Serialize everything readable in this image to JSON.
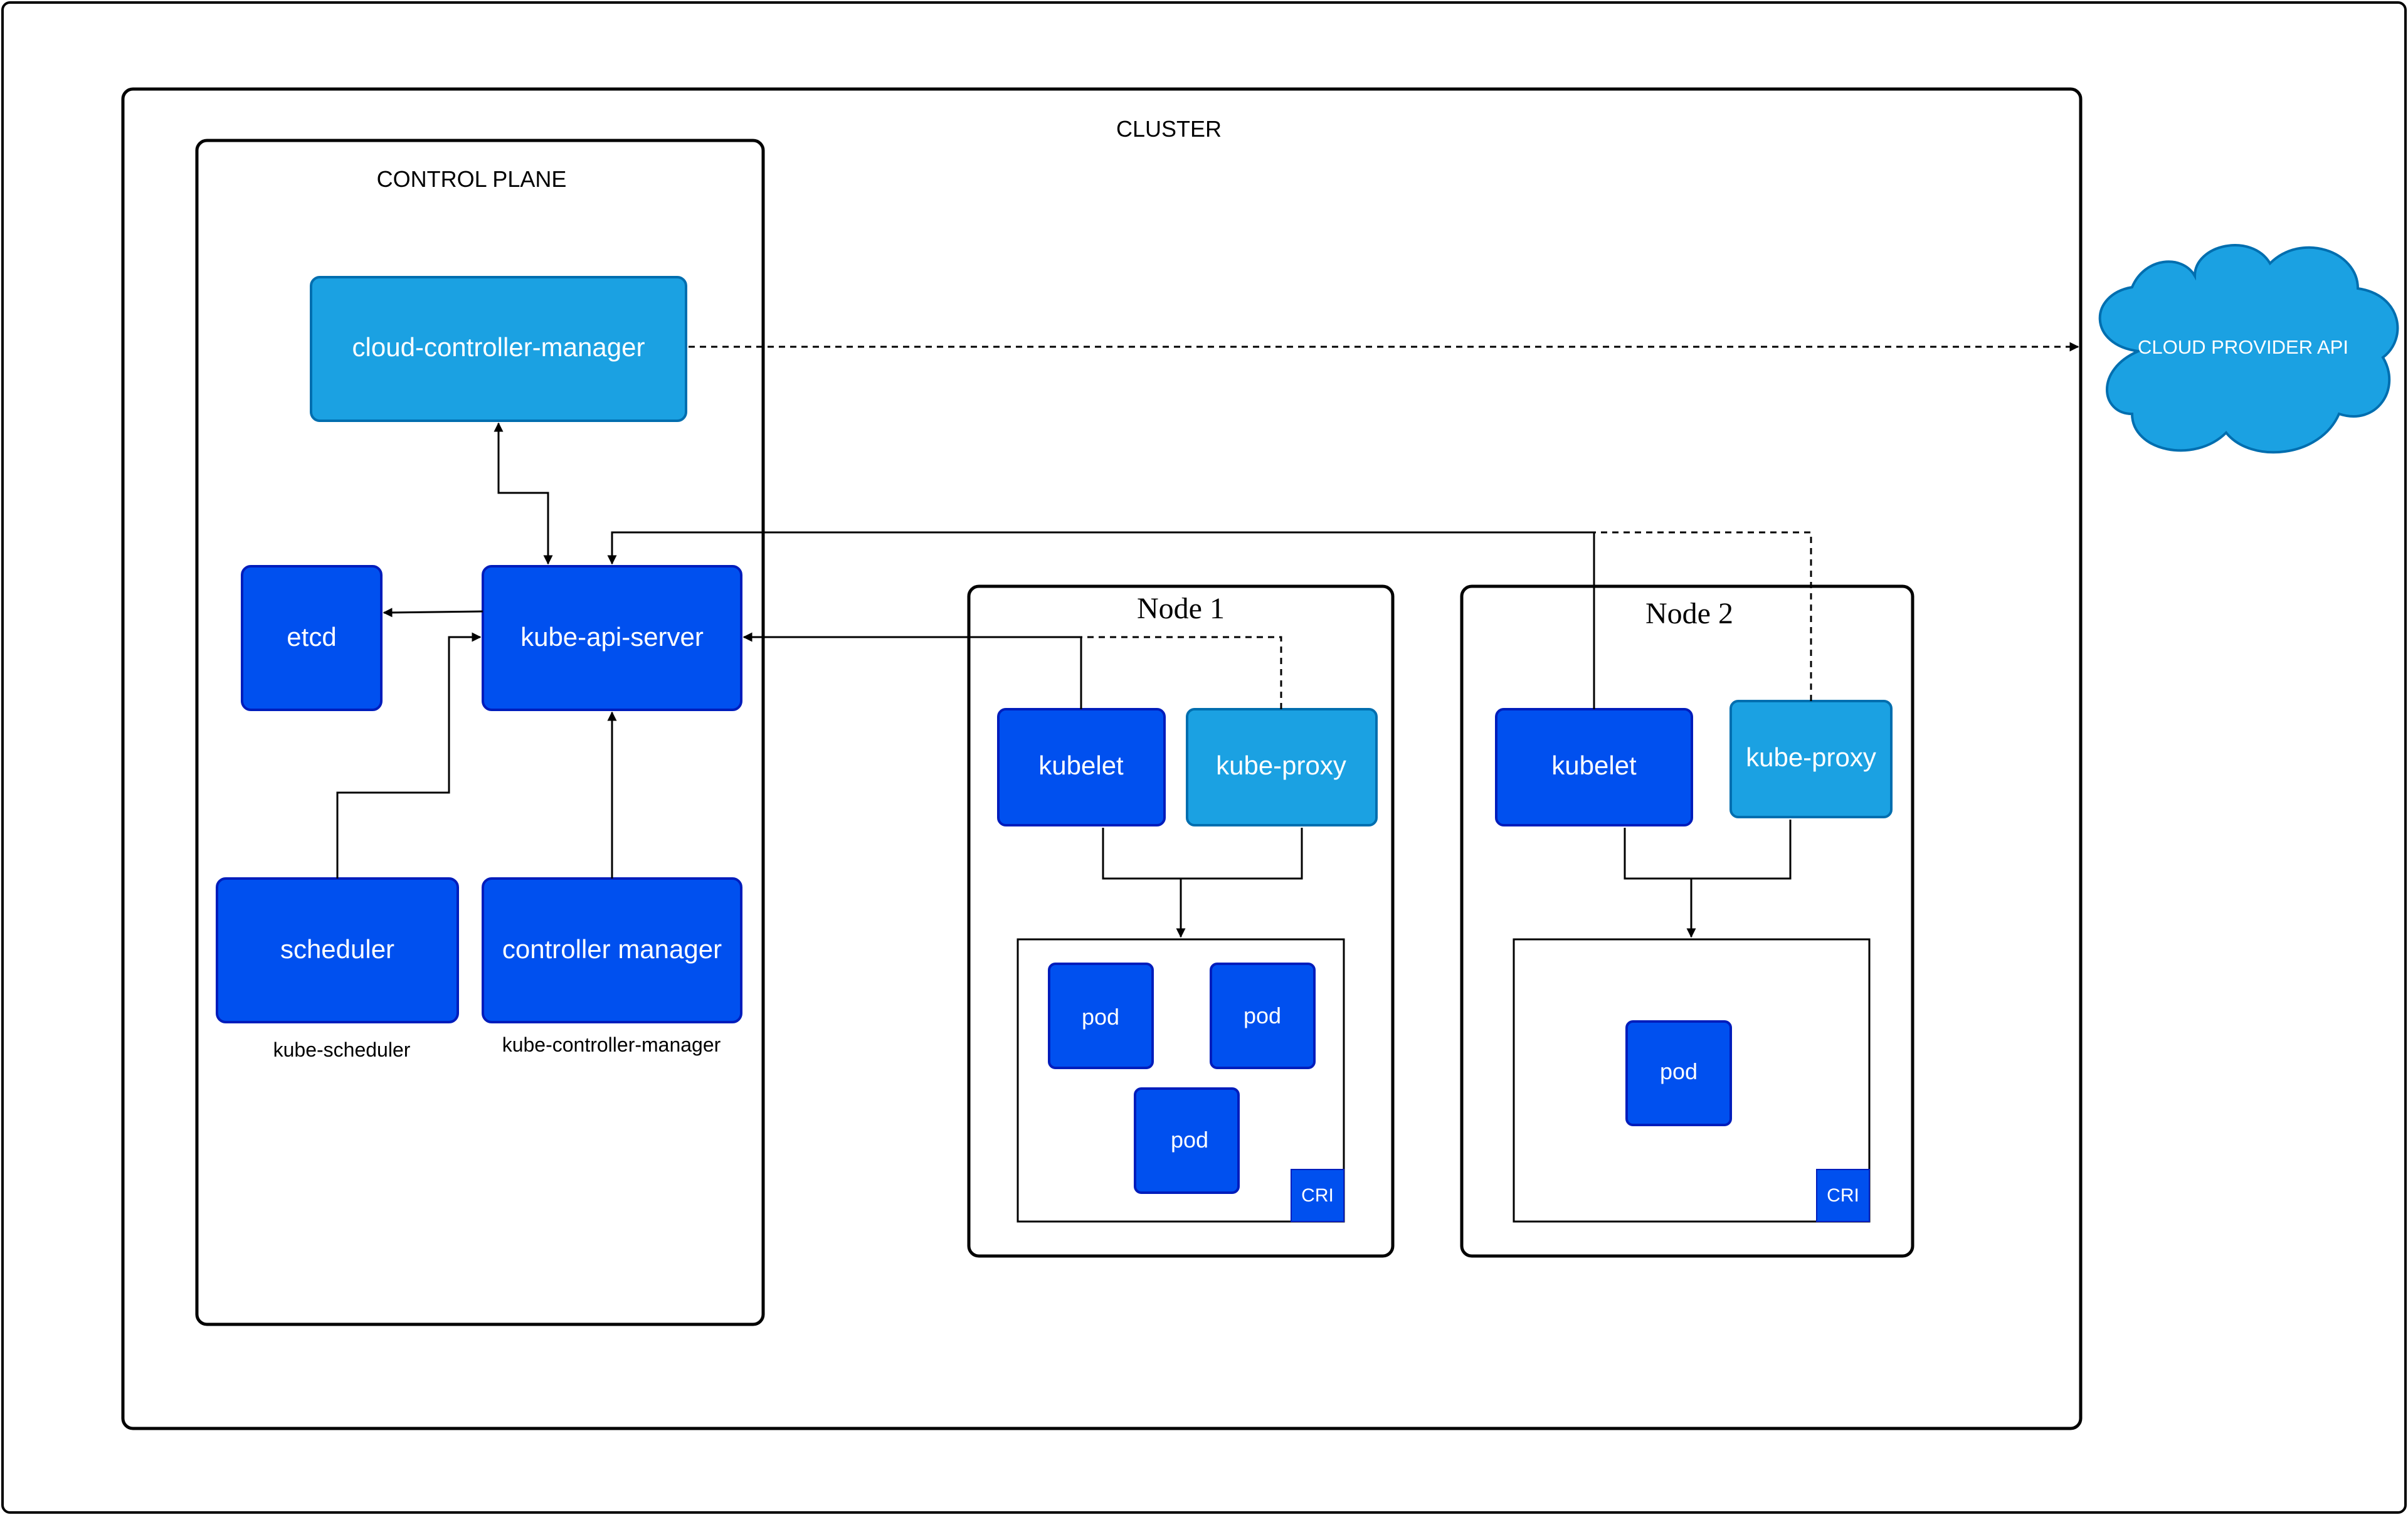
{
  "cluster": {
    "title": "CLUSTER"
  },
  "control_plane": {
    "title": "CONTROL PLANE",
    "cloud_controller_manager": "cloud-controller-manager",
    "kube_api_server": "kube-api-server",
    "etcd": "etcd",
    "scheduler": "scheduler",
    "scheduler_caption": "kube-scheduler",
    "controller_manager": "controller manager",
    "controller_manager_caption": "kube-controller-manager"
  },
  "cloud": {
    "label": "CLOUD PROVIDER API"
  },
  "nodes": [
    {
      "title": "Node 1",
      "kubelet": "kubelet",
      "kube_proxy": "kube-proxy",
      "pods": [
        "pod",
        "pod",
        "pod"
      ],
      "cri": "CRI"
    },
    {
      "title": "Node 2",
      "kubelet": "kubelet",
      "kube_proxy": "kube-proxy",
      "pods": [
        "pod"
      ],
      "cri": "CRI"
    }
  ],
  "colors": {
    "dark_blue": "#0050ef",
    "light_blue": "#1ba1e2",
    "stroke_dark": "#001dbc",
    "stroke_light": "#006eaf",
    "outline": "#000000"
  }
}
